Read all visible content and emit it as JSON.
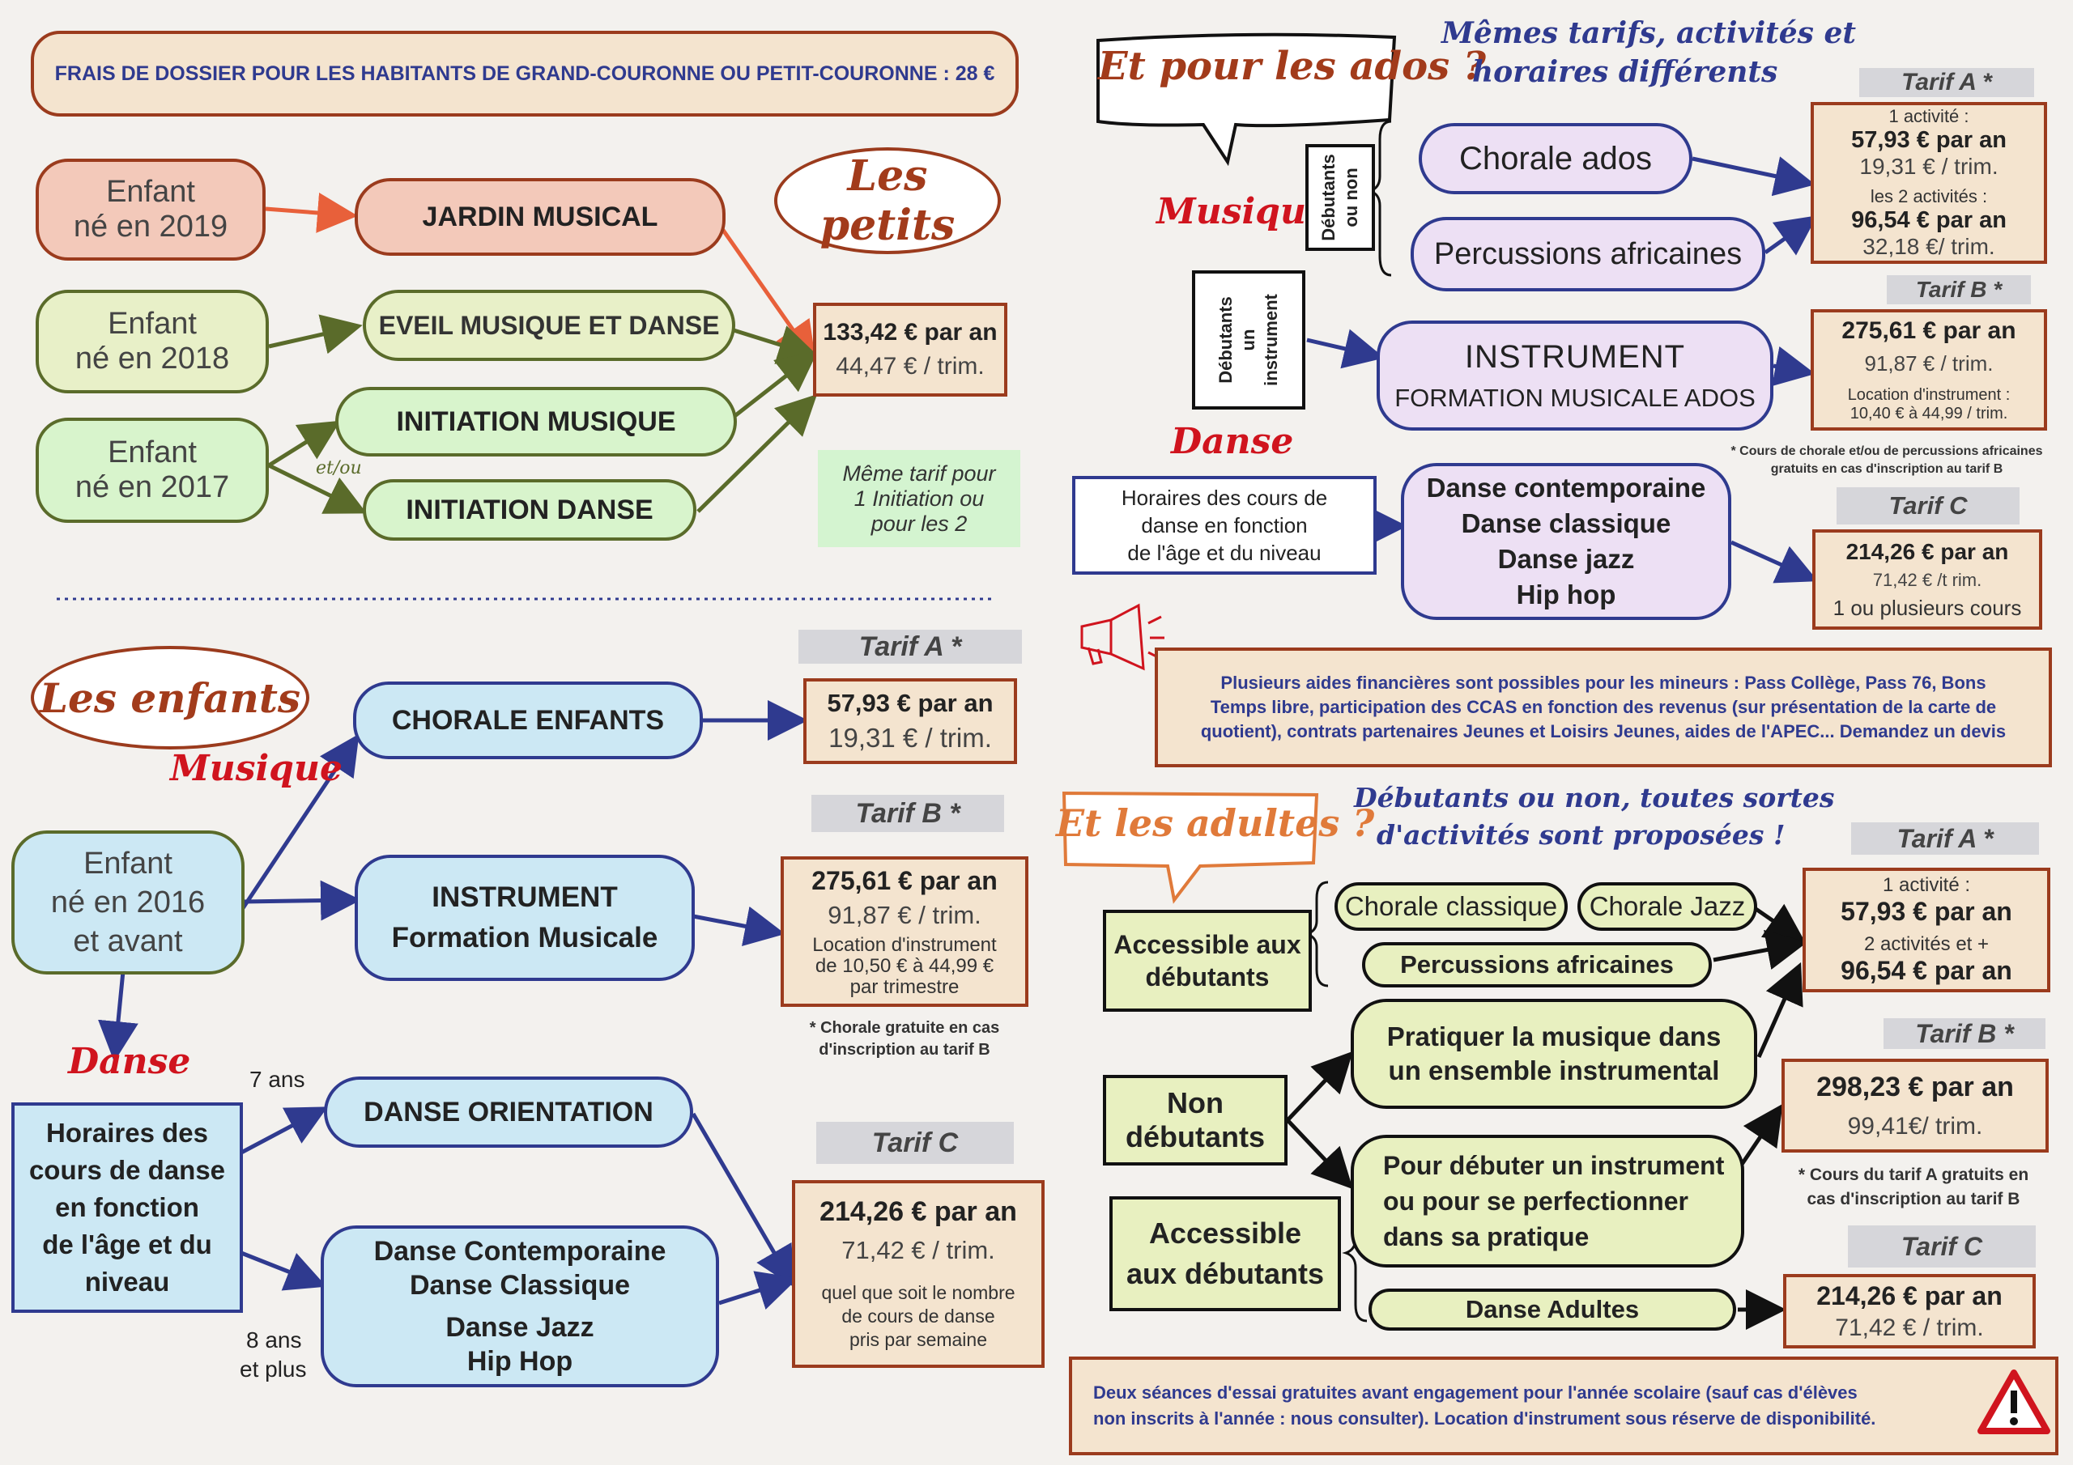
{
  "header": {
    "fees": "FRAIS DE DOSSIER POUR LES HABITANTS DE GRAND-COURONNE OU PETIT-COURONNE : 28 €"
  },
  "petits": {
    "title": "Les petits",
    "enfant2019": [
      "Enfant",
      "né en 2019"
    ],
    "enfant2018": [
      "Enfant",
      "né en 2018"
    ],
    "enfant2017": [
      "Enfant",
      "né en 2017"
    ],
    "jardin": "JARDIN MUSICAL",
    "eveil": "EVEIL MUSIQUE ET DANSE",
    "init_musique": "INITIATION MUSIQUE",
    "init_danse": "INITIATION DANSE",
    "etou": "et/ou",
    "price": [
      "133,42 € par an",
      "44,47 € / trim."
    ],
    "same_tarif": [
      "Même tarif pour",
      "1 Initiation ou",
      "pour les 2"
    ]
  },
  "enfants": {
    "title": "Les enfants",
    "musique": "Musique",
    "danse": "Danse",
    "enfant2016": [
      "Enfant",
      "né en 2016",
      "et avant"
    ],
    "chorale": "CHORALE ENFANTS",
    "instrument": [
      "INSTRUMENT",
      "Formation Musicale"
    ],
    "horaires": [
      "Horaires des",
      "cours de danse",
      "en fonction",
      "de l'âge et du",
      "niveau"
    ],
    "age7": "7 ans",
    "age8": [
      "8 ans",
      "et plus"
    ],
    "danse_orientation": "DANSE ORIENTATION",
    "danses": [
      "Danse Contemporaine",
      "Danse Classique",
      "Danse Jazz",
      "Hip Hop"
    ],
    "tarifA": "Tarif A *",
    "priceA": [
      "57,93 € par an",
      "19,31 € / trim."
    ],
    "tarifB": "Tarif B *",
    "priceB": [
      "275,61 € par an",
      "91,87 € / trim.",
      "Location d'instrument",
      "de 10,50 € à 44,99 €",
      "par trimestre"
    ],
    "noteB": [
      "* Chorale gratuite en cas",
      "d'inscription au tarif B"
    ],
    "tarifC": "Tarif C",
    "priceC": [
      "214,26 € par an",
      "71,42 € / trim.",
      "quel que soit le nombre",
      "de cours de danse",
      "pris par semaine"
    ]
  },
  "ados": {
    "bubble": "Et pour les ados ?",
    "same": [
      "Mêmes tarifs, activités et",
      "horaires  différents"
    ],
    "musique": "Musique",
    "danse": "Danse",
    "debutants_ou_non": [
      "Débutants",
      "ou non"
    ],
    "debutants_instrument": [
      "Débutants",
      "un",
      "instrument"
    ],
    "chorale": "Chorale ados",
    "percussions": "Percussions africaines",
    "instrument": [
      "INSTRUMENT",
      "FORMATION MUSICALE ADOS"
    ],
    "horaires": [
      "Horaires des cours de",
      "danse en fonction",
      "de l'âge et du niveau"
    ],
    "danses": [
      "Danse contemporaine",
      "Danse classique",
      "Danse jazz",
      "Hip hop"
    ],
    "tarifA": "Tarif A *",
    "priceA": [
      "1 activité :",
      "57,93 € par an",
      "19,31 € / trim.",
      "les 2 activités :",
      "96,54 € par an",
      "32,18 €/ trim."
    ],
    "tarifB": "Tarif B *",
    "priceB": [
      "275,61 € par an",
      "91,87 € / trim.",
      "Location d'instrument :",
      "10,40 € à 44,99  / trim."
    ],
    "noteB": [
      "* Cours de chorale et/ou de percussions africaines",
      "gratuits en cas d'inscription au tarif B"
    ],
    "tarifC": "Tarif C",
    "priceC": [
      "214,26 € par an",
      "71,42 € /t rim.",
      "1 ou plusieurs cours"
    ]
  },
  "aides": [
    "Plusieurs aides financières sont possibles pour les mineurs : Pass Collège, Pass 76, Bons",
    "Temps libre, participation des CCAS en fonction des revenus (sur présentation de la carte de",
    "quotient), contrats partenaires Jeunes et Loisirs Jeunes, aides de l'APEC... Demandez un devis"
  ],
  "adultes": {
    "bubble": "Et les adultes ?",
    "sub": [
      "Débutants ou non, toutes sortes",
      "d'activités sont proposées !"
    ],
    "accessible1": [
      "Accessible aux",
      "débutants"
    ],
    "non_debutants": [
      "Non",
      "débutants"
    ],
    "accessible2": [
      "Accessible",
      "aux débutants"
    ],
    "chorale_classique": "Chorale classique",
    "chorale_jazz": "Chorale Jazz",
    "percussions": "Percussions africaines",
    "ensemble": [
      "Pratiquer la musique dans",
      "un ensemble instrumental"
    ],
    "debuter": [
      "Pour débuter un instrument",
      "ou pour se perfectionner",
      "dans sa pratique"
    ],
    "danse_adultes": "Danse Adultes",
    "tarifA": "Tarif A *",
    "priceA": [
      "1 activité :",
      "57,93 € par an",
      "2 activités et +",
      "96,54 € par an"
    ],
    "tarifB": "Tarif B *",
    "priceB": [
      "298,23 € par an",
      "99,41€/ trim."
    ],
    "noteB": [
      "* Cours du tarif A gratuits en",
      "cas d'inscription au tarif B"
    ],
    "tarifC": "Tarif C",
    "priceC": [
      "214,26 € par an",
      "71,42 € / trim."
    ]
  },
  "footer": [
    "Deux séances d'essai gratuites avant engagement pour l'année scolaire (sauf cas d'élèves",
    "non inscrits à l'année : nous consulter).  Location d'instrument sous réserve de disponibilité."
  ],
  "colors": {
    "orange_border": "#9b3b1d",
    "navy": "#2f3a8f",
    "olive": "#5a6b2a",
    "red_script": "#d0141e"
  },
  "icons": {
    "megaphone": "megaphone-icon",
    "warning": "warning-icon"
  }
}
